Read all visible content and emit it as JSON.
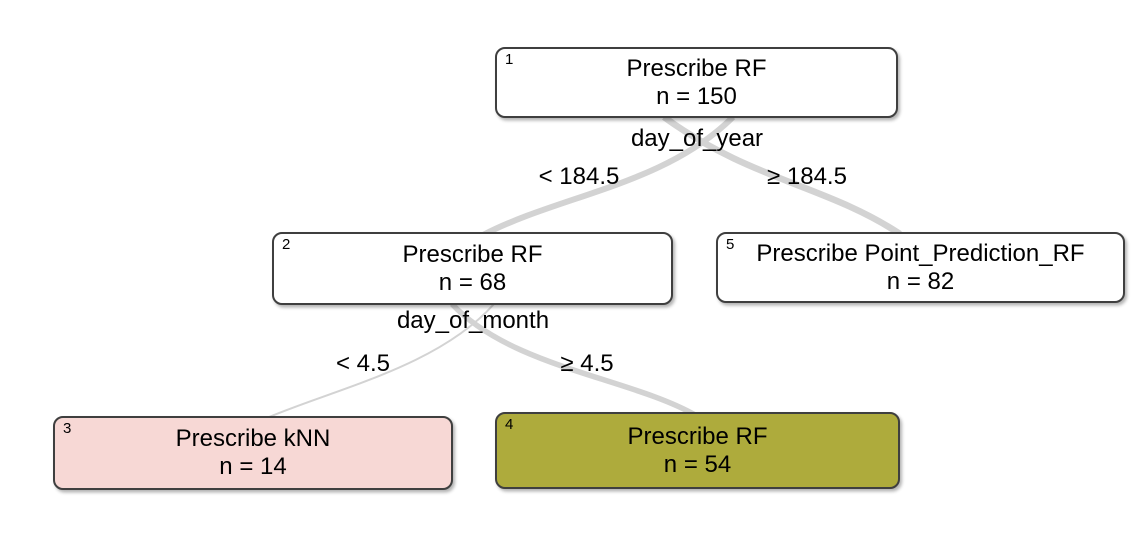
{
  "figure": {
    "type": "decision-tree-plot",
    "background": "#ffffff",
    "edge_color": "#d3d3d3",
    "node_border_color": "#3f3f3f"
  },
  "tree": {
    "nodes": [
      {
        "id": "1",
        "label": "Prescribe RF",
        "n": "n = 150",
        "fill": "#ffffff"
      },
      {
        "id": "2",
        "label": "Prescribe RF",
        "n": "n = 68",
        "fill": "#ffffff"
      },
      {
        "id": "3",
        "label": "Prescribe kNN",
        "n": "n = 14",
        "fill": "#f7d8d5"
      },
      {
        "id": "4",
        "label": "Prescribe RF",
        "n": "n = 54",
        "fill": "#aeab3c"
      },
      {
        "id": "5",
        "label": "Prescribe Point_Prediction_RF",
        "n": "n = 82",
        "fill": "#ffffff"
      }
    ],
    "splits": [
      {
        "node": "1",
        "variable": "day_of_year",
        "left": "< 184.5",
        "right": "≥ 184.5"
      },
      {
        "node": "2",
        "variable": "day_of_month",
        "left": "< 4.5",
        "right": "≥ 4.5"
      }
    ]
  }
}
